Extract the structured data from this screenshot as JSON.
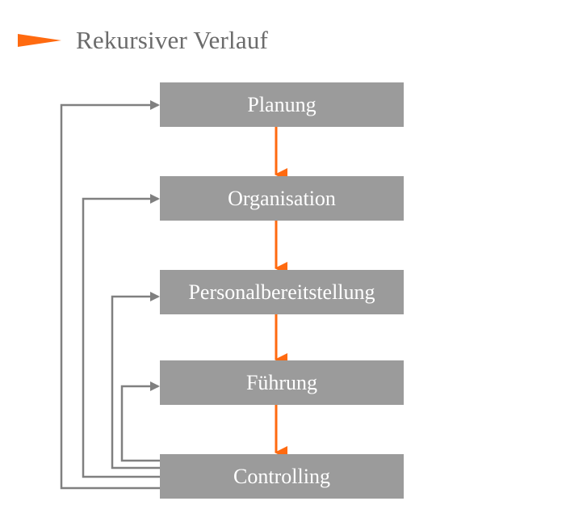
{
  "title": "Rekursiver Verlauf",
  "colors": {
    "accent": "#ff6a10",
    "box": "#9b9b9b",
    "connector": "#808080",
    "title": "#6b6b6b"
  },
  "steps": [
    {
      "label": "Planung"
    },
    {
      "label": "Organisation"
    },
    {
      "label": "Personalbereitstellung"
    },
    {
      "label": "Führung"
    },
    {
      "label": "Controlling"
    }
  ]
}
